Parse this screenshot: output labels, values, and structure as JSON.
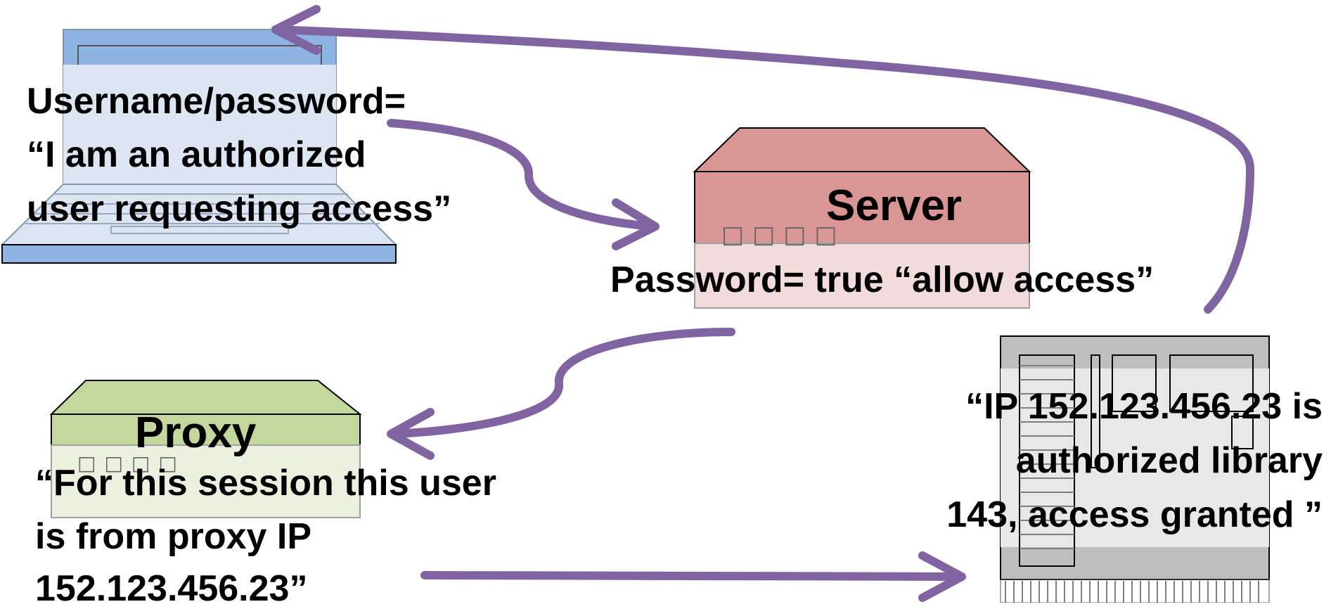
{
  "colors": {
    "arrow": "#8064A2",
    "laptop_frame": "#8EB4E3",
    "laptop_overlay": "#DCE6F2",
    "server_top": "#D99694",
    "server_overlay": "#F2DCDB",
    "proxy_top": "#C3D69B",
    "proxy_overlay": "#EBF1DE",
    "library_body": "#BFBFBF",
    "library_overlay": "#E8E8E8",
    "outline": "#000000"
  },
  "icons": {
    "laptop": "laptop-icon",
    "server": "server-icon",
    "proxy": "proxy-icon",
    "library": "library-server-icon"
  },
  "labels": {
    "user_request": [
      "Username/password=",
      "“I am an authorized",
      "user requesting access”"
    ],
    "server_title": "Server",
    "server_rule": "Password= true “allow access”",
    "proxy_title": "Proxy",
    "proxy_statement": [
      "“For this session this user",
      "is from proxy IP",
      "152.123.456.23”"
    ],
    "library_statement": [
      "“IP 152.123.456.23 is",
      "authorized library",
      "143, access granted ”"
    ],
    "server_placeholder_glyphs": "□□□□",
    "proxy_placeholder_glyphs": "□□□□"
  }
}
